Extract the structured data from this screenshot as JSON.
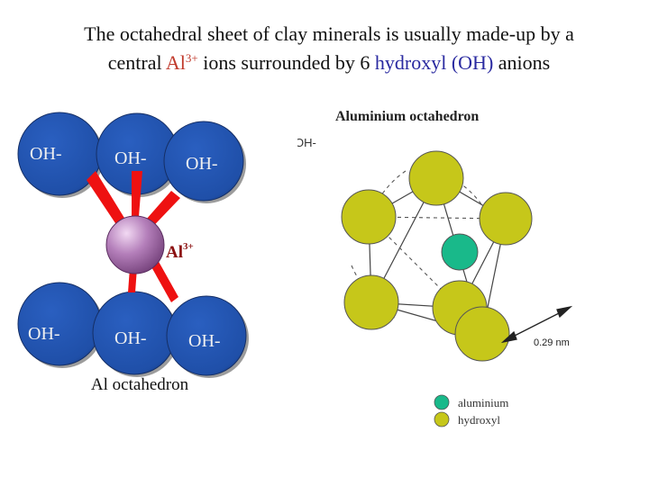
{
  "title": {
    "line1": "The octahedral sheet of clay minerals is usually made-up by a",
    "line2_prefix": "central ",
    "line2_al": "Al",
    "line2_sup": "3+",
    "line2_mid": " ions surrounded by 6 ",
    "line2_hydroxyl": "hydroxyl (OH)",
    "line2_suffix": " anions"
  },
  "left_diagram": {
    "hydroxyl_label": "OH-",
    "center_label": "Al",
    "center_sup": "3+",
    "caption": "Al octahedron",
    "colors": {
      "sphere": "#1f4fa8",
      "center": "#a36aa8",
      "bond": "#ee1111",
      "label": "#8b1010"
    }
  },
  "right_diagram": {
    "heading": "Aluminium octahedron",
    "stray_label": "OH-",
    "distance_label": "0.29 nm",
    "legend": [
      {
        "label": "aluminium",
        "color": "#19b98a"
      },
      {
        "label": "hydroxyl",
        "color": "#c6c71a"
      }
    ]
  }
}
